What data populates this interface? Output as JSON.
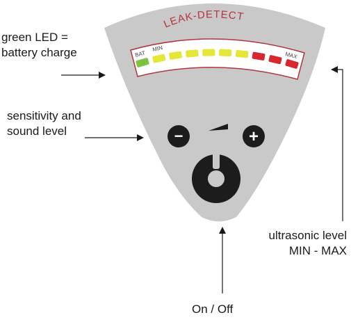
{
  "device": {
    "brand_label": "LEAK-DETECT",
    "scale_labels": {
      "bat": "BAT",
      "min": "MIN",
      "max": "MAX"
    },
    "leds": [
      {
        "color": "#7ec242"
      },
      {
        "color": "#e6e636"
      },
      {
        "color": "#e6e636"
      },
      {
        "color": "#e6e636"
      },
      {
        "color": "#e6e636"
      },
      {
        "color": "#e6e636"
      },
      {
        "color": "#e6e636"
      },
      {
        "color": "#d7282f"
      },
      {
        "color": "#d7282f"
      },
      {
        "color": "#d7282f"
      }
    ],
    "minus_symbol": "−",
    "plus_symbol": "+",
    "colors": {
      "body": "#c9c9c9",
      "brand_text": "#b8323c",
      "led_frame": "#b0353c",
      "button": "#1c1c1c"
    }
  },
  "annotations": {
    "battery_line1": "green LED =",
    "battery_line2": "battery charge",
    "sensitivity_line1": "sensitivity and",
    "sensitivity_line2": "sound level",
    "ultrasonic_line1": "ultrasonic level",
    "ultrasonic_line2": "MIN - MAX",
    "onoff": "On / Off"
  }
}
